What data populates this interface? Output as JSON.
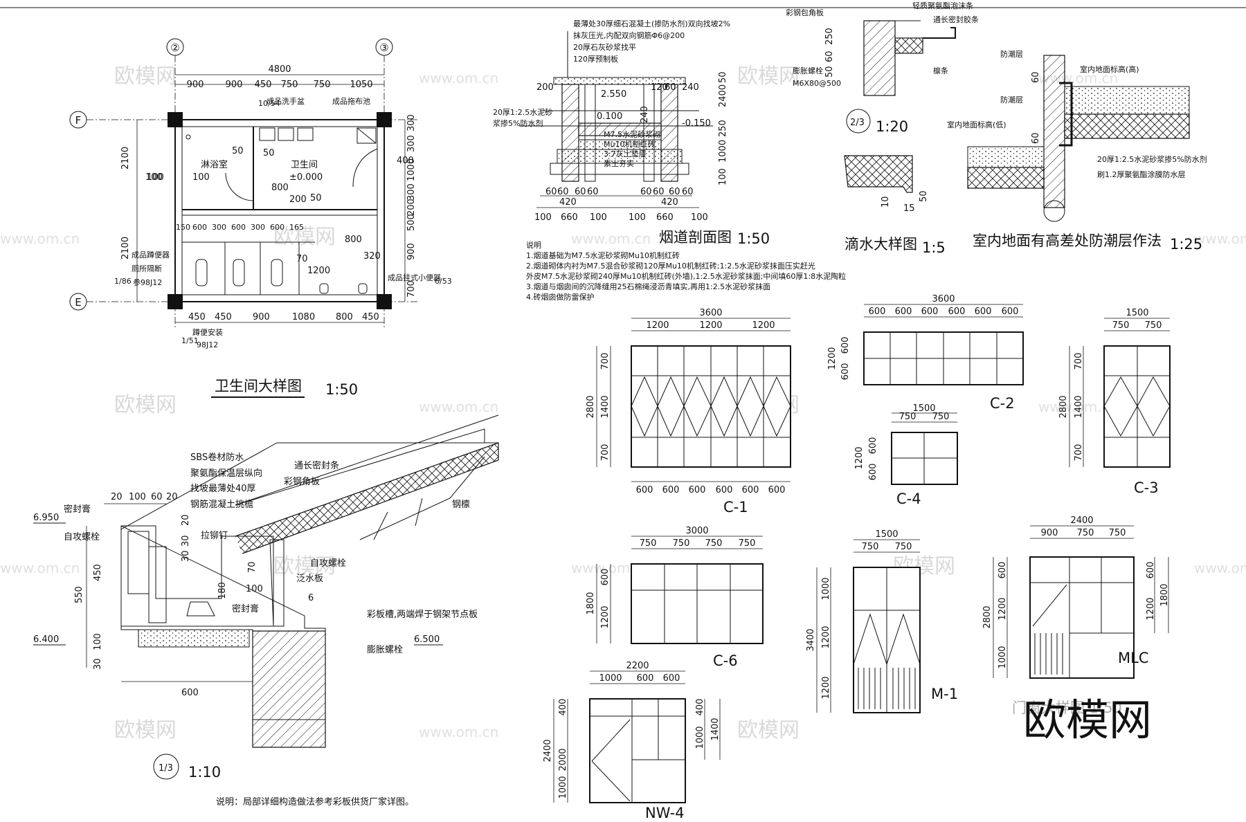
{
  "toilet_plan": {
    "title": "卫生间大样图",
    "scale": "1:50",
    "axis_2": "②",
    "axis_3": "③",
    "axis_f": "F",
    "axis_e": "E",
    "dim_total": "4800",
    "dims_top": [
      "900",
      "900",
      "450",
      "750",
      "750",
      "1050"
    ],
    "dims_bottom": [
      "450",
      "450",
      "900",
      "1080",
      "800",
      "450"
    ],
    "dims_left": [
      "2100",
      "100",
      "2100"
    ],
    "dims_right": [
      "300",
      "300",
      "400",
      "1000",
      "300",
      "200",
      "500",
      "900",
      "700"
    ],
    "dims_fixture": [
      "150",
      "600",
      "300",
      "600",
      "300",
      "600",
      "165"
    ],
    "room_shower": "淋浴室",
    "room_toilet": "卫生间",
    "level": "±0.000",
    "label_basin": "成品洗手盆",
    "label_mop": "成品拖布池",
    "label_squat": "成品蹲便器",
    "label_partition": "厕所隔断",
    "ref_partition": "参98J12",
    "label_urinal": "成品挂式小便器",
    "label_install": "蹲便安装",
    "ref_install": "98J12",
    "ref_basin": "10/54",
    "ref_partition_sym": "1/86",
    "ref_urinal_sym": "6/53",
    "ref_install_sym": "1/51",
    "misc_dims": [
      "50",
      "100",
      "100",
      "50",
      "800",
      "200",
      "50",
      "800",
      "320",
      "1200",
      "70"
    ]
  },
  "chimney": {
    "title": "烟道剖面图",
    "scale": "1:50",
    "notes_top": [
      "最薄处30厚细石混凝土(掺防水剂)双向找坡2%",
      "抹灰压光,内配双向钢筋Φ6@200",
      "20厚石灰砂浆找平",
      "120厚预制板"
    ],
    "note_left": [
      "20厚1:2.5水泥砂",
      "浆掺5%防水剂"
    ],
    "levels": [
      "2.550",
      "0.100",
      "-0.150"
    ],
    "labels_mid": [
      "M7.5水泥砂浆砌",
      "Mu10机制红砖",
      "3:7灰土垫层",
      "素土夯实"
    ],
    "dims": [
      "200",
      "120",
      "60",
      "240",
      "50",
      "2400",
      "250",
      "1000",
      "100",
      "240",
      "420",
      "420"
    ],
    "dims_bottom": [
      "60",
      "60",
      "60",
      "60",
      "100",
      "660",
      "100",
      "60",
      "60",
      "60",
      "60",
      "100",
      "660",
      "100"
    ],
    "notes_title": "说明",
    "notes": [
      "1.烟道基础为M7.5水泥砂浆砌Mu10机制红砖",
      "2.烟道砌体内衬为M7.5混合砂浆砌120厚Mu10机制红砖;1:2.5水泥砂浆抹面压实赶光",
      "外皮M7.5水泥砂浆砌240厚Mu10机制红砖(外墙),1:2.5水泥砂浆抹面;中间填60厚1:8水泥陶粒",
      "3.烟道与烟囱间的沉降缝用25石棉绳浸沥青填实,再用1:2.5水泥砂浆抹面",
      "4.砖烟囱做防雷保护"
    ]
  },
  "drip_detail": {
    "title": "滴水大样图",
    "scale": "1:5",
    "labels": [
      "彩钢包角板",
      "轻质聚氨酯泡沫条",
      "通长密封胶条",
      "膨胀螺栓",
      "M6X80@500",
      "檩条"
    ],
    "ref": "2/3",
    "ref_scale": "1:20",
    "dims": [
      "250",
      "60",
      "50",
      "10",
      "15",
      "50"
    ]
  },
  "damp_detail": {
    "title": "室内地面有高差处防潮层作法",
    "scale": "1:25",
    "labels": [
      "防潮层",
      "防潮层",
      "室内地面标高(高)",
      "室内地面标高(低)",
      "20厚1:2.5水泥砂浆掺5%防水剂",
      "刷1.2厚聚氨酯涂膜防水层"
    ],
    "dims": [
      "60",
      "60"
    ]
  },
  "eave_detail": {
    "ref": "1/3",
    "scale": "1:10",
    "labels": [
      "SBS卷材防水",
      "聚氨酯保温层纵向",
      "找坡最薄处40厚",
      "钢筋混凝土挑檐",
      "通长密封条",
      "彩钢角板",
      "钢檩",
      "拉铆钉",
      "自攻螺栓",
      "泛水板",
      "密封膏",
      "密封膏",
      "自攻螺栓",
      "彩板槽,两端焊于钢架节点板",
      "膨胀螺栓"
    ],
    "levels": [
      "6.950",
      "6.400",
      "6.500"
    ],
    "dims": [
      "20",
      "100",
      "60",
      "20",
      "550",
      "450",
      "100",
      "30",
      "600",
      "20",
      "30",
      "30",
      "70",
      "100",
      "180",
      "6"
    ],
    "note": "说明：局部详细构造做法参考彩板供货厂家详图。"
  },
  "windows": [
    {
      "code": "C-1",
      "total": "3600",
      "top": [
        "1200",
        "1200",
        "1200"
      ],
      "bottom": [
        "600",
        "600",
        "600",
        "600",
        "600",
        "600"
      ],
      "side_total": "2800",
      "side": [
        "700",
        "1400",
        "700"
      ]
    },
    {
      "code": "C-2",
      "total": "3600",
      "top": [
        "600",
        "600",
        "600",
        "600",
        "600",
        "600"
      ],
      "side_total": "1200",
      "side": [
        "600",
        "600"
      ]
    },
    {
      "code": "C-3",
      "total": "1500",
      "top": [
        "750",
        "750"
      ],
      "side_total": "2800",
      "side": [
        "700",
        "1400",
        "700"
      ]
    },
    {
      "code": "C-4",
      "total": "1500",
      "top": [
        "750",
        "750"
      ],
      "side_total": "1200",
      "side": [
        "600",
        "600"
      ]
    },
    {
      "code": "C-6",
      "total": "3000",
      "top": [
        "750",
        "750",
        "750",
        "750"
      ],
      "side_total": "1800",
      "side": [
        "600",
        "1200"
      ]
    },
    {
      "code": "M-1",
      "total": "1500",
      "top": [
        "750",
        "750"
      ],
      "side_total": "3400",
      "side": [
        "1000",
        "1200",
        "1200"
      ]
    },
    {
      "code": "MLC",
      "total": "2400",
      "top": [
        "900",
        "750",
        "750"
      ],
      "side_total": "2800",
      "side": [
        "600",
        "1200",
        "1000"
      ],
      "side_right_total": "1800",
      "side_right": [
        "600",
        "1200"
      ]
    },
    {
      "code": "NW-4",
      "total": "2200",
      "top": [
        "1000",
        "600",
        "600"
      ],
      "side_total": "2400",
      "side": [
        "400",
        "2000"
      ],
      "side_right_total": "1400",
      "side_right": [
        "400",
        "1000"
      ],
      "side_extra": "1000"
    }
  ],
  "faded_title": "门窗大样图 1:50",
  "watermark": "欧模网",
  "watermark_url": "www.om.cn",
  "logo": "欧模网"
}
